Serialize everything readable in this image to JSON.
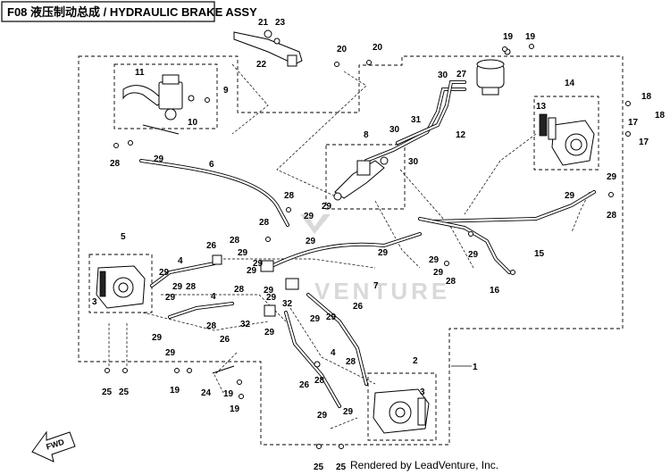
{
  "title": "F08 液压制动总成 / HYDRAULIC BRAKE ASSY",
  "footer": "Rendered by LeadVenture, Inc.",
  "watermark": "VENTURE",
  "fwd_label": "FWD",
  "callouts": [
    {
      "id": "c1",
      "label": "1"
    },
    {
      "id": "c2",
      "label": "2"
    },
    {
      "id": "c3a",
      "label": "3"
    },
    {
      "id": "c3b",
      "label": "3"
    },
    {
      "id": "c4a",
      "label": "4"
    },
    {
      "id": "c4b",
      "label": "4"
    },
    {
      "id": "c4c",
      "label": "4"
    },
    {
      "id": "c5",
      "label": "5"
    },
    {
      "id": "c6",
      "label": "6"
    },
    {
      "id": "c7",
      "label": "7"
    },
    {
      "id": "c8",
      "label": "8"
    },
    {
      "id": "c9",
      "label": "9"
    },
    {
      "id": "c10",
      "label": "10"
    },
    {
      "id": "c11",
      "label": "11"
    },
    {
      "id": "c12",
      "label": "12"
    },
    {
      "id": "c13",
      "label": "13"
    },
    {
      "id": "c14",
      "label": "14"
    },
    {
      "id": "c15",
      "label": "15"
    },
    {
      "id": "c16",
      "label": "16"
    },
    {
      "id": "c17a",
      "label": "17"
    },
    {
      "id": "c17b",
      "label": "17"
    },
    {
      "id": "c18a",
      "label": "18"
    },
    {
      "id": "c18b",
      "label": "18"
    },
    {
      "id": "c19a",
      "label": "19"
    },
    {
      "id": "c19b",
      "label": "19"
    },
    {
      "id": "c19c",
      "label": "19"
    },
    {
      "id": "c19d",
      "label": "19"
    },
    {
      "id": "c19e",
      "label": "19"
    },
    {
      "id": "c20a",
      "label": "20"
    },
    {
      "id": "c20b",
      "label": "20"
    },
    {
      "id": "c21",
      "label": "21"
    },
    {
      "id": "c22",
      "label": "22"
    },
    {
      "id": "c23",
      "label": "23"
    },
    {
      "id": "c24",
      "label": "24"
    },
    {
      "id": "c25a",
      "label": "25"
    },
    {
      "id": "c25b",
      "label": "25"
    },
    {
      "id": "c25c",
      "label": "25"
    },
    {
      "id": "c25d",
      "label": "25"
    },
    {
      "id": "c26a",
      "label": "26"
    },
    {
      "id": "c26b",
      "label": "26"
    },
    {
      "id": "c26c",
      "label": "26"
    },
    {
      "id": "c26d",
      "label": "26"
    },
    {
      "id": "c27",
      "label": "27"
    },
    {
      "id": "c28a",
      "label": "28"
    },
    {
      "id": "c28b",
      "label": "28"
    },
    {
      "id": "c28c",
      "label": "28"
    },
    {
      "id": "c28d",
      "label": "28"
    },
    {
      "id": "c28e",
      "label": "28"
    },
    {
      "id": "c28f",
      "label": "28"
    },
    {
      "id": "c28g",
      "label": "28"
    },
    {
      "id": "c28h",
      "label": "28"
    },
    {
      "id": "c28i",
      "label": "28"
    },
    {
      "id": "c28j",
      "label": "28"
    },
    {
      "id": "c28k",
      "label": "28"
    },
    {
      "id": "c29a",
      "label": "29"
    },
    {
      "id": "c29b",
      "label": "29"
    },
    {
      "id": "c29c",
      "label": "29"
    },
    {
      "id": "c29d",
      "label": "29"
    },
    {
      "id": "c29e",
      "label": "29"
    },
    {
      "id": "c29f",
      "label": "29"
    },
    {
      "id": "c29g",
      "label": "29"
    },
    {
      "id": "c29h",
      "label": "29"
    },
    {
      "id": "c29i",
      "label": "29"
    },
    {
      "id": "c29j",
      "label": "29"
    },
    {
      "id": "c29k",
      "label": "29"
    },
    {
      "id": "c29l",
      "label": "29"
    },
    {
      "id": "c29m",
      "label": "29"
    },
    {
      "id": "c29n",
      "label": "29"
    },
    {
      "id": "c29o",
      "label": "29"
    },
    {
      "id": "c29p",
      "label": "29"
    },
    {
      "id": "c29q",
      "label": "29"
    },
    {
      "id": "c29r",
      "label": "29"
    },
    {
      "id": "c29s",
      "label": "29"
    },
    {
      "id": "c29t",
      "label": "29"
    },
    {
      "id": "c29u",
      "label": "29"
    },
    {
      "id": "c29v",
      "label": "29"
    },
    {
      "id": "c29w",
      "label": "29"
    },
    {
      "id": "c29x",
      "label": "29"
    },
    {
      "id": "c29y",
      "label": "29"
    },
    {
      "id": "c30a",
      "label": "30"
    },
    {
      "id": "c30b",
      "label": "30"
    },
    {
      "id": "c30c",
      "label": "30"
    },
    {
      "id": "c31",
      "label": "31"
    },
    {
      "id": "c32a",
      "label": "32"
    },
    {
      "id": "c32b",
      "label": "32"
    }
  ]
}
